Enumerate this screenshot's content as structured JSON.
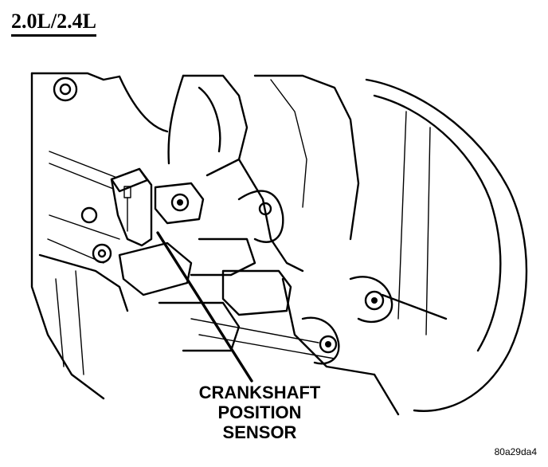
{
  "header": {
    "engine_label": "2.0L/2.4L"
  },
  "callout": {
    "line1": "CRANKSHAFT",
    "line2": "POSITION",
    "line3": "SENSOR"
  },
  "footer": {
    "figure_code": "80a29da4"
  }
}
